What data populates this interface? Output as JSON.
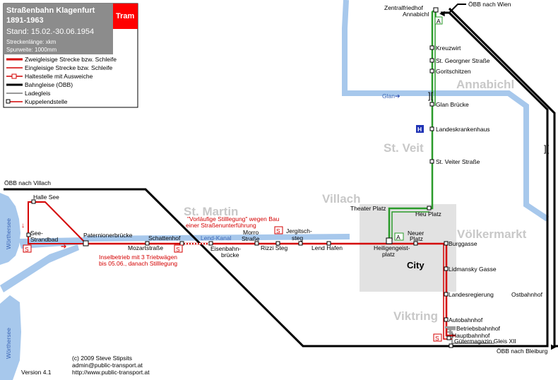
{
  "legend": {
    "title": "Straßenbahn Klagenfurt",
    "period": "1891-1963",
    "stand": "Stand: 15.02.-30.06.1954",
    "length": "Streckenlänge: xkm",
    "gauge": "Spurweite: 1000mm",
    "badge": "Tram",
    "items": [
      "Zweigleisige Strecke bzw. Schleife",
      "Eingleisige Strecke bzw. Schleife",
      "Haltestelle mit Ausweiche",
      "Bahngleise (ÖBB)",
      "Ladegleis",
      "Kuppelendstelle"
    ]
  },
  "districts": [
    "Annabichl",
    "St. Veit",
    "Villach",
    "St. Martin",
    "Völkermarkt",
    "Viktring"
  ],
  "city_label": "City",
  "water": {
    "lake_1": "Wörthersee",
    "lake_2": "Wörthersee",
    "glan": "Glan",
    "lend_kanal": "Lend-Kanal"
  },
  "rail_destinations": {
    "wien": "ÖBB nach Wien",
    "villach": "ÖBB nach Villach",
    "bleiburg": "ÖBB nach Bleiburg"
  },
  "stations": {
    "zentralfriedhof": "Zentralfriedhof",
    "annabichl": "Annabichl",
    "kreuzwirt": "Kreuzwirt",
    "st_georgner": "St. Georgner Straße",
    "gorits": "Goritschitzen",
    "glan_bruecke": "Glan Brücke",
    "landeskrankenhaus": "Landeskrankenhaus",
    "st_veiter": "St. Veiter Straße",
    "theater_platz": "Theater Platz",
    "heu_platz": "Heu Platz",
    "neuer_platz_1": "Neuer",
    "neuer_platz_2": "Platz",
    "heiligengeist_1": "Heiligengeist-",
    "heiligengeist_2": "platz",
    "burggasse": "Burggasse",
    "lidmansky": "Lidmansky Gasse",
    "landesregierung": "Landesregierung",
    "ostbahnhof": "Ostbahnhof",
    "autobahnhof": "Autobahnhof",
    "betriebsbahnhof": "Betriebsbahnhof",
    "hauptbahnhof": "Hauptbahnhof",
    "guetermagazin": "Gütermagazin Gleis XII",
    "halle_see": "Halle See",
    "see_1": "See-",
    "see_2": "Strandbad",
    "patermion": "Paternionerbrücke",
    "schattenhof": "Schattenhof",
    "mozartstrasse": "Mozartstraße",
    "eisenbahn_1": "Eisenbahn-",
    "eisenbahn_2": "brücke",
    "morro_1": "Morro",
    "morro_2": "Straße",
    "jergitsch_1": "Jergitsch-",
    "jergitsch_2": "steg",
    "rizzi": "Rizzi Steg",
    "lend_hafen": "Lend Hafen"
  },
  "notes": {
    "stilllegung_1": "\"Vorläufige Stilllegung\" wegen Bau",
    "stilllegung_2": "einer Straßenunterführung",
    "insel_1": "Inselbetrieb mit 3 Triebwägen",
    "insel_2": "bis 05.06., danach Stilllegung"
  },
  "symbols": {
    "s": "S",
    "a": "A",
    "h": "H"
  },
  "credits": {
    "line1": "(c) 2009 Steve Stipsits",
    "line2": "admin@public-transport.at",
    "line3": "http://www.public-transport.at",
    "version": "Version 4.1"
  },
  "colors": {
    "water": "#a7c8ec",
    "city": "#e2e2e2",
    "tram": "#d40000",
    "rail": "#000000",
    "loading_track": "#9a9a9a",
    "district": "#c8c8c8",
    "green_line": "#2a9b2a",
    "water_label": "#3b66b6",
    "badge": "#ff0000",
    "legend_header": "#8c8c8c"
  }
}
